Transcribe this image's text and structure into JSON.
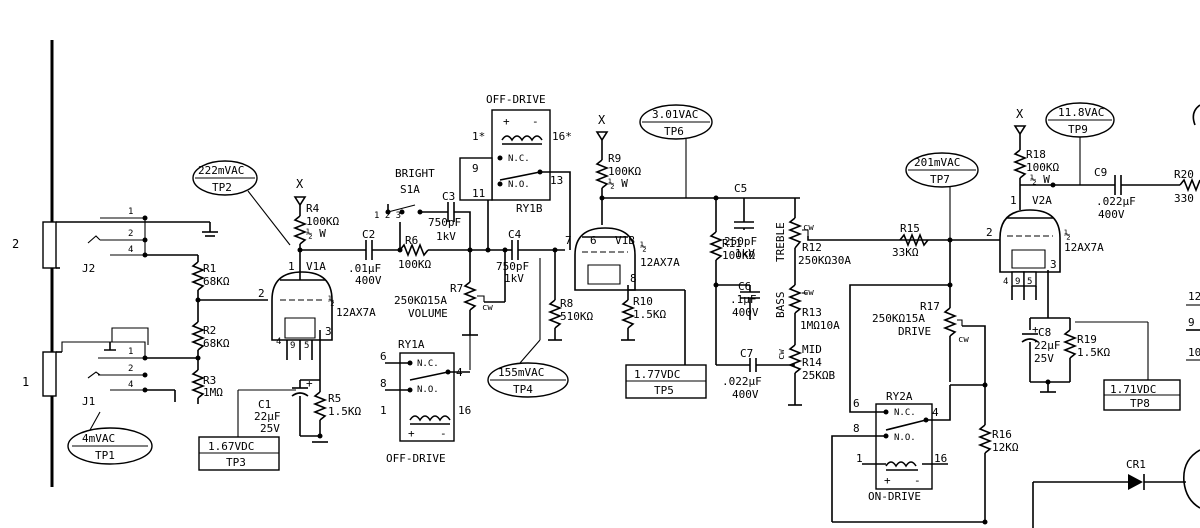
{
  "jacks": {
    "j2_label": "J2",
    "j1_label": "J1",
    "input_2": "2",
    "input_1": "1",
    "pin_1": "1",
    "pin_2": "2",
    "pin_4": "4"
  },
  "test_points": {
    "tp1": {
      "value": "4mVAC",
      "name": "TP1"
    },
    "tp2": {
      "value": "222mVAC",
      "name": "TP2"
    },
    "tp3": {
      "value": "1.67VDC",
      "name": "TP3"
    },
    "tp4": {
      "value": "155mVAC",
      "name": "TP4"
    },
    "tp5": {
      "value": "1.77VDC",
      "name": "TP5"
    },
    "tp6": {
      "value": "3.01VAC",
      "name": "TP6"
    },
    "tp7": {
      "value": "201mVAC",
      "name": "TP7"
    },
    "tp8": {
      "value": "1.71VDC",
      "name": "TP8"
    },
    "tp9": {
      "value": "11.8VAC",
      "name": "TP9"
    }
  },
  "resistors": {
    "r1": {
      "ref": "R1",
      "value": "68KΩ"
    },
    "r2": {
      "ref": "R2",
      "value": "68KΩ"
    },
    "r3": {
      "ref": "R3",
      "value": "1MΩ"
    },
    "r4": {
      "ref": "R4",
      "value": "100KΩ",
      "power": "½ W"
    },
    "r5": {
      "ref": "R5",
      "value": "1.5KΩ"
    },
    "r6": {
      "ref": "R6",
      "value": "100KΩ"
    },
    "r7": {
      "ref": "R7",
      "value": "250KΩ15A",
      "function": "VOLUME"
    },
    "r8": {
      "ref": "R8",
      "value": "510KΩ"
    },
    "r9": {
      "ref": "R9",
      "value": "100KΩ",
      "power": "½ W"
    },
    "r10": {
      "ref": "R10",
      "value": "1.5KΩ"
    },
    "r11": {
      "ref": "R11",
      "value": "100KΩ"
    },
    "r12": {
      "ref": "R12",
      "value": "250KΩ30A",
      "function": "TREBLE"
    },
    "r13": {
      "ref": "R13",
      "value": "1MΩ10A",
      "function": "BASS"
    },
    "r14": {
      "ref": "R14",
      "value": "25KΩB",
      "function": "MID"
    },
    "r15": {
      "ref": "R15",
      "value": "33KΩ"
    },
    "r16": {
      "ref": "R16",
      "value": "12KΩ"
    },
    "r17": {
      "ref": "R17",
      "value": "250KΩ15A",
      "function": "DRIVE"
    },
    "r18": {
      "ref": "R18",
      "value": "100KΩ",
      "power": "½ W"
    },
    "r19": {
      "ref": "R19",
      "value": "1.5KΩ"
    }
  },
  "capacitors": {
    "c1": {
      "ref": "C1",
      "value": "22µF",
      "voltage": "25V"
    },
    "c2": {
      "ref": "C2",
      "value": ".01µF",
      "voltage": "400V"
    },
    "c3": {
      "ref": "C3",
      "value": "750pF",
      "voltage": "1kV"
    },
    "c4": {
      "ref": "C4",
      "value": "750pF",
      "voltage": "1kV"
    },
    "c5": {
      "ref": "C5",
      "value": "250pF",
      "voltage": "1kV"
    },
    "c6": {
      "ref": "C6",
      "value": ".1µF",
      "voltage": "400V"
    },
    "c7": {
      "ref": "C7",
      "value": ".022µF",
      "voltage": "400V"
    },
    "c8": {
      "ref": "C8",
      "value": "22µF",
      "voltage": "25V"
    },
    "c9": {
      "ref": "C9",
      "value": ".022µF",
      "voltage": "400V"
    }
  },
  "tubes": {
    "v1a": {
      "ref": "V1A",
      "type": "½",
      "part": "12AX7A"
    },
    "v1b": {
      "ref": "V1B",
      "type": "½",
      "part": "12AX7A"
    },
    "v2a": {
      "ref": "V2A",
      "type": "½",
      "part": "12AX7A"
    },
    "pin_1": "1",
    "pin_2": "2",
    "pin_3": "3",
    "pin_4": "4",
    "pin_5": "5",
    "pin_6": "6",
    "pin_7": "7",
    "pin_8": "8",
    "pin_9": "9"
  },
  "relays": {
    "ry1a": {
      "ref": "RY1A",
      "caption": "OFF-DRIVE"
    },
    "ry1b": {
      "ref": "RY1B",
      "caption": "OFF-DRIVE"
    },
    "ry2a": {
      "ref": "RY2A",
      "caption": "ON-DRIVE"
    },
    "nc": "N.C.",
    "no": "N.O.",
    "pin_1": "1",
    "pin_6": "6",
    "pin_8": "8",
    "pin_4": "4",
    "pin_16": "16",
    "pin_1s": "1*",
    "pin_16s": "16*",
    "pin_9": "9",
    "pin_11": "11",
    "pin_13": "13",
    "plus": "+",
    "minus": "-"
  },
  "switch": {
    "ref": "S1A",
    "function": "BRIGHT",
    "pins": "1 2 3"
  },
  "misc": {
    "supply": "X",
    "cr1": "CR1",
    "pot_cw": "cw",
    "r20_fragment": "R20",
    "r20_value_fragment": "330",
    "tp_fragment_12": "12",
    "tp_fragment_9": "9",
    "tp_fragment_10": "10"
  }
}
